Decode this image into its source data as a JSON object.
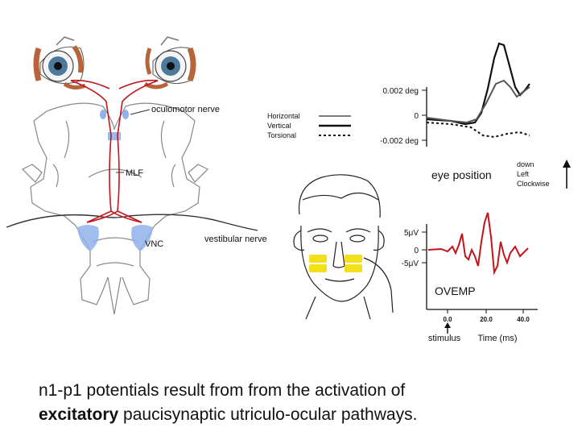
{
  "anatomy": {
    "oculomotor_nerve": "oculomotor nerve",
    "mlf": "MLF",
    "vnc": "VNC",
    "vestibular_nerve": "vestibular nerve"
  },
  "legend": {
    "horizontal": "Horizontal",
    "vertical": "Vertical",
    "torsional": "Torsional"
  },
  "eye_position_chart": {
    "title": "eye position",
    "tick_top": "0.002 deg",
    "tick_mid": "0",
    "tick_bottom": "-0.002 deg",
    "dir_down": "down",
    "dir_left": "Left",
    "dir_clockwise": "Clockwise"
  },
  "ovemp_chart": {
    "title": "OVEMP",
    "tick_top": "5μV",
    "tick_mid": "0",
    "tick_bottom": "-5μV",
    "x_ticks": [
      "0.0",
      "20.0",
      "40.0"
    ],
    "stimulus": "stimulus",
    "xlabel": "Time (ms)"
  },
  "caption": {
    "line1": "n1-p1 potentials result from from the activation of",
    "bold": "excitatory",
    "line2_rest": " paucisynaptic utriculo-ocular pathways."
  },
  "colors": {
    "pathway": "#c0151b",
    "ovemp_trace": "#c0151b",
    "vestibular_nuclei": "#8fb2ea",
    "electrodes": "#f3df1a"
  }
}
